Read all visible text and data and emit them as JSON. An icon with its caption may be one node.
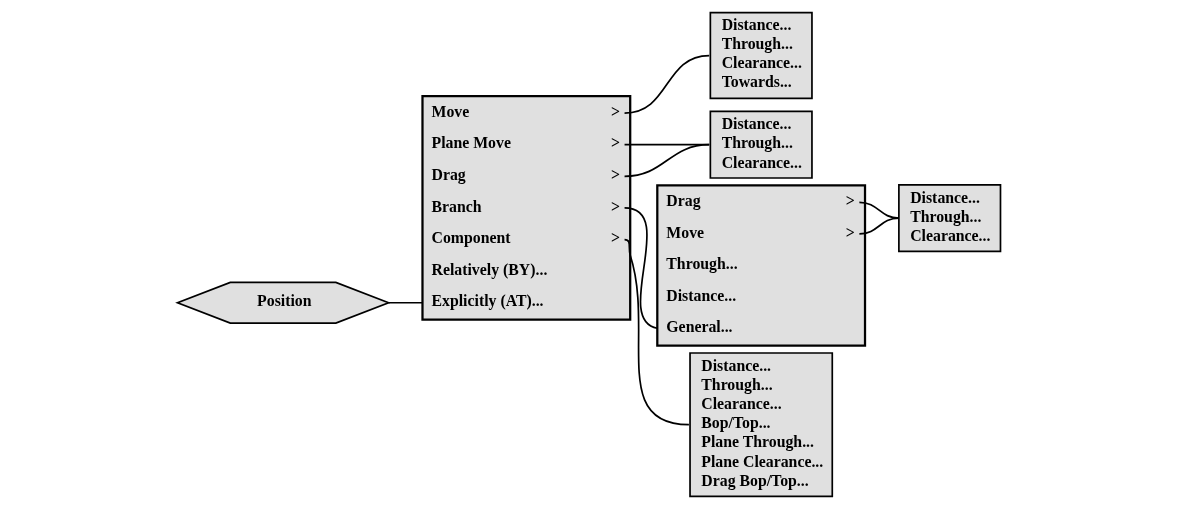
{
  "diagram": {
    "nodes": [
      {
        "text": [
          "Position"
        ]
      },
      {
        "text": [],
        "shape": "box"
      },
      {
        "text": [
          "Explicitly (AT)..."
        ],
        "in": 1
      },
      {
        "text": [
          "Relatively (BY)..."
        ],
        "in": 1
      },
      {
        "text": [
          "Move",
          ">"
        ],
        "in": 1
      },
      {
        "text": [
          "Drag",
          ">"
        ],
        "in": 1
      },
      {
        "text": [
          "Plane Move",
          ">"
        ],
        "in": 1
      },
      {
        "text": [
          "Branch",
          ">"
        ],
        "in": 1
      },
      {
        "text": [
          "Component",
          ">"
        ],
        "in": 1
      },
      {
        "text": [
          "Distance...",
          "Through...",
          "Clearance...",
          "Towards..."
        ]
      },
      {
        "text": [
          "Distance...",
          "Through...",
          "Clearance..."
        ]
      },
      {
        "text": [],
        "shape": "box"
      },
      {
        "text": [
          "General..."
        ],
        "in": 11
      },
      {
        "text": [
          "Distance..."
        ],
        "in": 11
      },
      {
        "text": [
          "Through..."
        ],
        "in": 11
      },
      {
        "text": [
          "Move",
          ">"
        ],
        "in": 11
      },
      {
        "text": [
          "Drag",
          ">"
        ],
        "in": 11
      },
      {
        "text": [
          "Distance...",
          "Through...",
          "Clearance...",
          "Bop/Top...",
          "Plane Through...",
          "Plane Clearance...",
          "Drag Bop/Top..."
        ]
      },
      {
        "text": [
          "Distance...",
          "Through...",
          "Clearance..."
        ]
      }
    ],
    "edges": [
      {
        "from": 0,
        "to": 1,
        "arrow": "none"
      },
      {
        "from": 4,
        "to": 9,
        "arrow": "none"
      },
      {
        "from": 5,
        "to": 10,
        "arrow": "none"
      },
      {
        "from": 6,
        "to": 10,
        "arrow": "none"
      },
      {
        "from": 7,
        "to": 11,
        "arrow": "none"
      },
      {
        "from": 8,
        "to": 17,
        "arrow": "none"
      },
      {
        "from": 15,
        "to": 18,
        "arrow": "none"
      },
      {
        "from": 16,
        "to": 18,
        "arrow": "none"
      }
    ]
  }
}
